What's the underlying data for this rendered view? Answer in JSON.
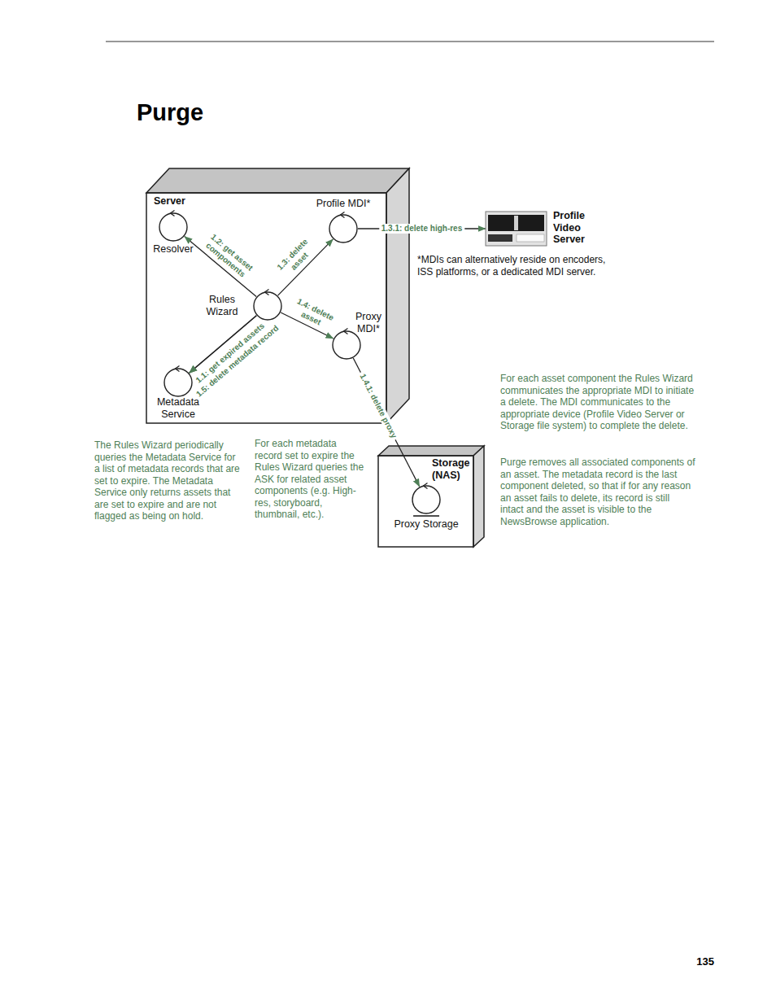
{
  "diagram": {
    "title": "Purge",
    "nodes": [
      {
        "text": [
          "Server"
        ]
      },
      {
        "text": [
          "Resolver"
        ],
        "in": 0
      },
      {
        "text": [
          "Profile MDI*"
        ],
        "in": 0
      },
      {
        "text": [
          "Rules Wizard"
        ],
        "in": 0
      },
      {
        "text": [
          "Proxy MDI*"
        ],
        "in": 0
      },
      {
        "text": [
          "Metadata Service"
        ],
        "in": 0
      },
      {
        "text": [
          "Profile Video Server"
        ]
      },
      {
        "text": [
          "Storage (NAS)"
        ]
      },
      {
        "text": [
          "Proxy Storage"
        ],
        "in": 7
      }
    ],
    "edges": [
      {
        "from": 3,
        "to": 5,
        "label": "1.1: get expired assets",
        "arrow": "to"
      },
      {
        "from": 3,
        "to": 1,
        "label": "1.2: get asset components",
        "arrow": "to"
      },
      {
        "from": 3,
        "to": 2,
        "label": "1.3: delete asset",
        "arrow": "to"
      },
      {
        "from": 2,
        "to": 6,
        "label": "1.3.1: delete high-res",
        "arrow": "to"
      },
      {
        "from": 3,
        "to": 4,
        "label": "1.4: delete asset",
        "arrow": "to"
      },
      {
        "from": 4,
        "to": 8,
        "label": "1.4.1: delete proxy",
        "arrow": "to"
      },
      {
        "from": 3,
        "to": 5,
        "label": "1.5: delete metadata record",
        "arrow": "to"
      }
    ],
    "labels": [
      "*MDIs can alternatively reside on encoders, ISS platforms, or a dedicated MDI server.",
      "The Rules Wizard periodically queries the Metadata Service for a list of metadata records that are set to expire. The Metadata Service only returns assets that are set to expire and are not flagged as being on hold.",
      "For each metadata record set to expire the Rules Wizard queries the ASK for related asset components (e.g. High-res, storyboard, thumbnail, etc.).",
      "For each asset component the Rules Wizard communicates the appropriate MDI to initiate a delete. The MDI communicates to the appropriate device (Profile Video Server or Storage file system) to complete the delete.",
      "Purge removes all associated components of an asset. The metadata record is the last component deleted, so that if for any reason an asset fails to delete, its record is still intact and the asset is visible to the NewsBrowse application.",
      "135"
    ]
  }
}
